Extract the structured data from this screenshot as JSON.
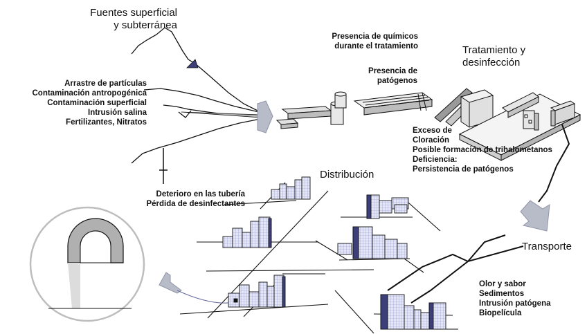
{
  "sources": {
    "title_lines": [
      "Fuentes superficial",
      "y subterránea"
    ],
    "items": [
      "Arrastre de partículas",
      "Contaminación antropogénica",
      "Contaminación superficial",
      "Intrusión salina",
      "Fertilizantes, Nitratos"
    ]
  },
  "treatment": {
    "chem_lines": [
      "Presencia  de químicos",
      "durante el tratamiento"
    ],
    "pathogen_lines": [
      "Presencia de",
      "patógenos"
    ],
    "title_lines": [
      "Tratamiento y",
      "desinfección"
    ],
    "issues": [
      "Exceso de",
      "Cloración",
      "Posible formación de trihalometanos",
      "Deficiencia:",
      "Persistencia de patógenos"
    ]
  },
  "distribution": {
    "title": "Distribución",
    "issues": [
      "Deterioro en las tubería",
      "Pérdida de desinfectantes"
    ]
  },
  "transport": {
    "title": "Transporte",
    "issues": [
      "Olor y sabor",
      "Sedimentos",
      "Intrusión patógena",
      "Biopelícula"
    ]
  },
  "colors": {
    "line": "#111111",
    "arrow": "#b8bcc8",
    "building_front": "#d6d8f0",
    "building_dark": "#3c3f7a",
    "tap": "#b0b0b0",
    "water": "#dcdcdc"
  }
}
